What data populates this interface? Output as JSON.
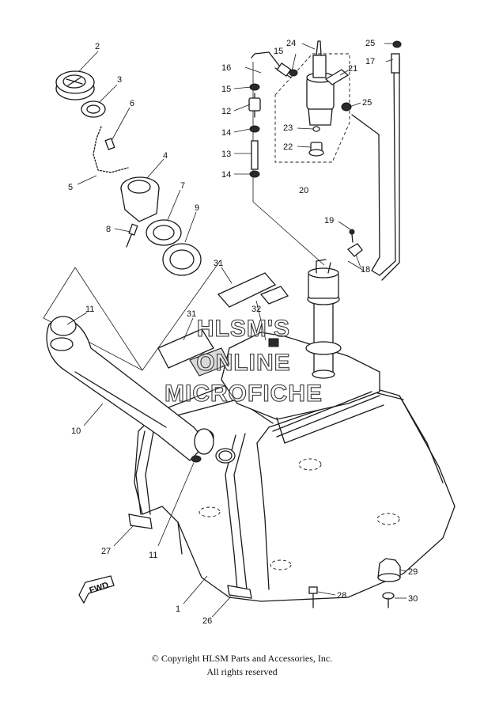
{
  "watermark": {
    "line1": "HLSM'S",
    "line2": "ONLINE",
    "line3": "MICROFICHE"
  },
  "fwd_label": "FWD",
  "callouts": [
    {
      "id": "c1",
      "label": "1"
    },
    {
      "id": "c2",
      "label": "2"
    },
    {
      "id": "c3",
      "label": "3"
    },
    {
      "id": "c4",
      "label": "4"
    },
    {
      "id": "c5",
      "label": "5"
    },
    {
      "id": "c6",
      "label": "6"
    },
    {
      "id": "c7",
      "label": "7"
    },
    {
      "id": "c8",
      "label": "8"
    },
    {
      "id": "c9",
      "label": "9"
    },
    {
      "id": "c10",
      "label": "10"
    },
    {
      "id": "c11a",
      "label": "11"
    },
    {
      "id": "c11b",
      "label": "11"
    },
    {
      "id": "c12",
      "label": "12"
    },
    {
      "id": "c13",
      "label": "13"
    },
    {
      "id": "c14a",
      "label": "14"
    },
    {
      "id": "c14b",
      "label": "14"
    },
    {
      "id": "c15a",
      "label": "15"
    },
    {
      "id": "c15b",
      "label": "15"
    },
    {
      "id": "c16",
      "label": "16"
    },
    {
      "id": "c17",
      "label": "17"
    },
    {
      "id": "c18",
      "label": "18"
    },
    {
      "id": "c19",
      "label": "19"
    },
    {
      "id": "c20",
      "label": "20"
    },
    {
      "id": "c21",
      "label": "21"
    },
    {
      "id": "c22",
      "label": "22"
    },
    {
      "id": "c23",
      "label": "23"
    },
    {
      "id": "c24",
      "label": "24"
    },
    {
      "id": "c25a",
      "label": "25"
    },
    {
      "id": "c25b",
      "label": "25"
    },
    {
      "id": "c26",
      "label": "26"
    },
    {
      "id": "c27",
      "label": "27"
    },
    {
      "id": "c28",
      "label": "28"
    },
    {
      "id": "c29",
      "label": "29"
    },
    {
      "id": "c30",
      "label": "30"
    },
    {
      "id": "c31a",
      "label": "31"
    },
    {
      "id": "c31b",
      "label": "31"
    },
    {
      "id": "c32",
      "label": "32"
    }
  ],
  "footer": {
    "copyright": "© Copyright HLSM Parts and Accessories, Inc.",
    "rights": "All rights reserved"
  }
}
